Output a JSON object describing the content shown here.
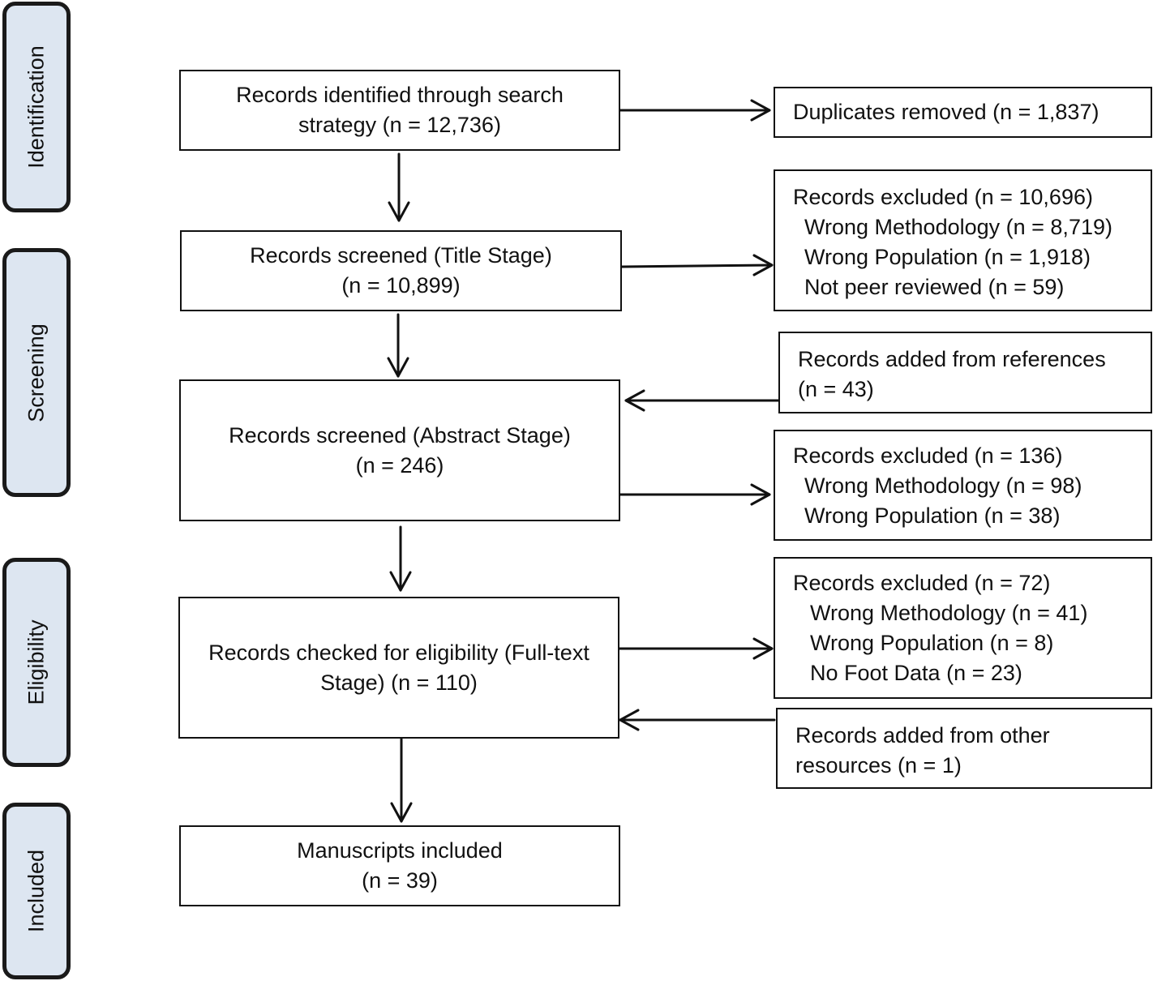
{
  "stages": {
    "identification": "Identification",
    "screening": "Screening",
    "eligibility": "Eligibility",
    "included": "Included"
  },
  "main": {
    "identified": [
      "Records identified through search",
      "strategy (n = 12,736)"
    ],
    "title_stage": [
      "Records screened (Title Stage)",
      "(n = 10,899)"
    ],
    "abstract_stage": [
      "Records screened (Abstract Stage)",
      "(n = 246)"
    ],
    "fulltext_stage": [
      "Records checked for eligibility (Full-text",
      "Stage) (n = 110)"
    ],
    "included": [
      "Manuscripts included",
      "(n = 39)"
    ]
  },
  "side": {
    "duplicates": "Duplicates removed (n = 1,837)",
    "excluded_title": [
      "Records excluded (n = 10,696)",
      "Wrong Methodology (n = 8,719)",
      "Wrong Population (n = 1,918)",
      "Not peer reviewed (n = 59)"
    ],
    "added_references": [
      "Records added from references",
      "(n = 43)"
    ],
    "excluded_abstract": [
      "Records excluded (n = 136)",
      "Wrong Methodology (n = 98)",
      "Wrong Population (n = 38)"
    ],
    "excluded_fulltext": [
      "Records excluded (n = 72)",
      "Wrong Methodology (n = 41)",
      "Wrong Population (n = 8)",
      "No Foot Data (n = 23)"
    ],
    "added_other": [
      "Records added from other",
      "resources (n = 1)"
    ]
  }
}
